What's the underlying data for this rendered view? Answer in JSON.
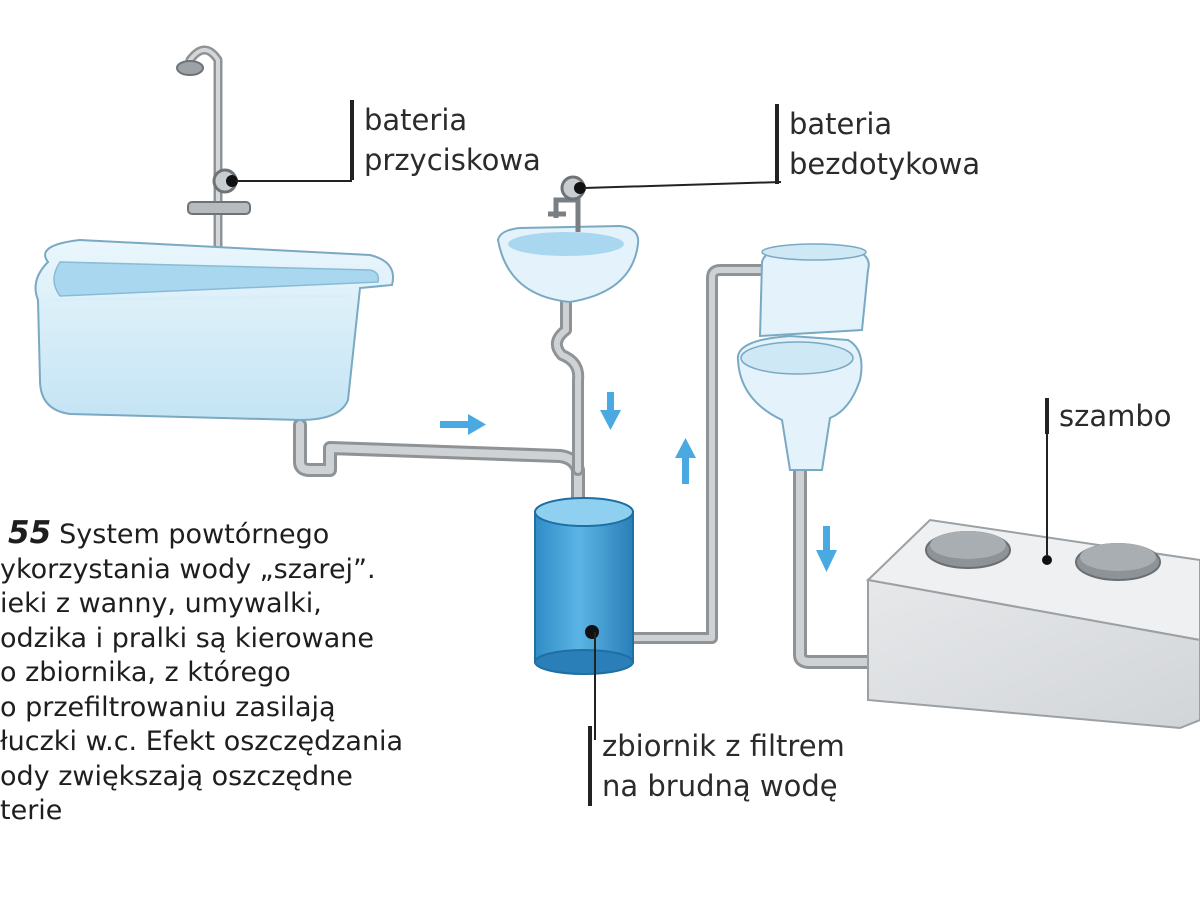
{
  "labels": {
    "shower_valve": [
      "bateria",
      "przyciskowa"
    ],
    "sink_valve": [
      "bateria",
      "bezdotykowa"
    ],
    "septic": [
      "szambo"
    ],
    "tank": [
      "zbiornik z filtrem",
      "na brudną wodę"
    ]
  },
  "caption": {
    "number": "55",
    "lines": [
      "System powtórnego",
      "ykorzystania wody „szarej”.",
      "ieki z wanny, umywalki,",
      "odzika i pralki są kierowane",
      "o zbiornika, z którego",
      "o przefiltrowaniu zasilają",
      "łuczki w.c. Efekt oszczędzania",
      "ody zwiększają oszczędne",
      "terie"
    ]
  },
  "colors": {
    "water": "#a9d7f0",
    "pipe": "#b9bcbe",
    "tank": "#3f9fd6",
    "arrow": "#4aa9e0",
    "septic": "#dcdedf"
  }
}
